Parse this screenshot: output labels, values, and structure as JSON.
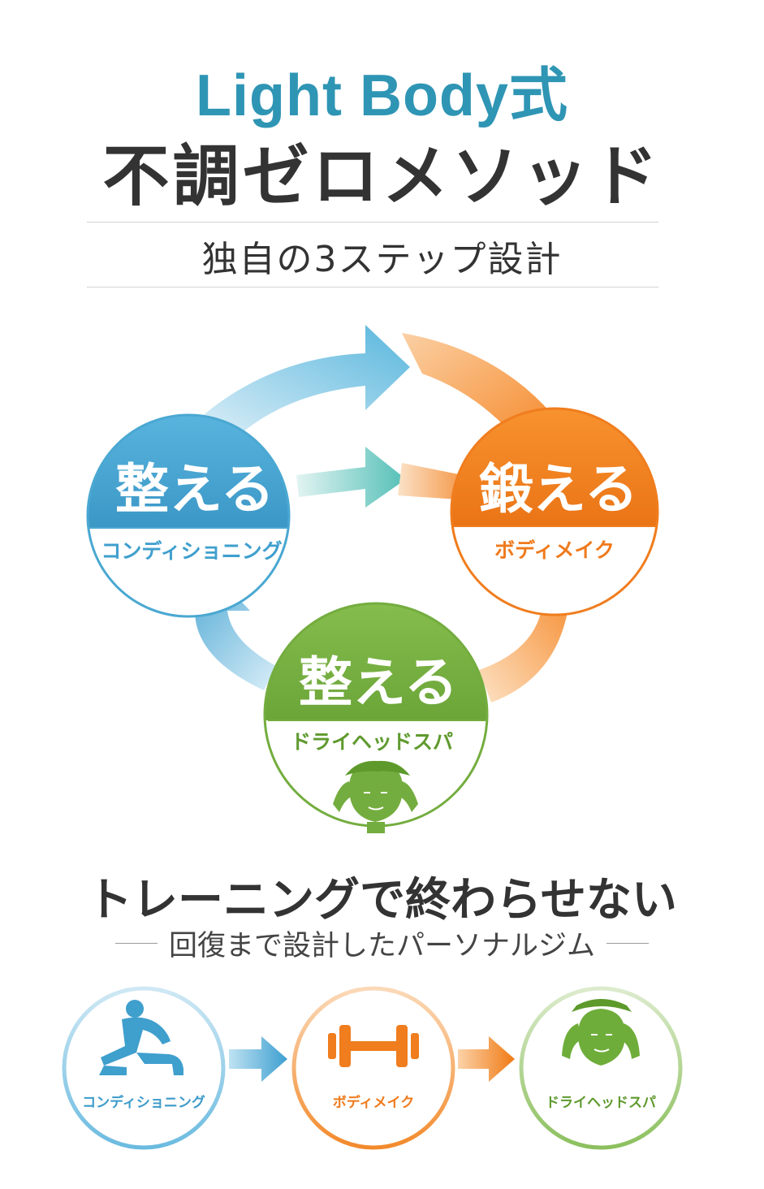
{
  "header": {
    "brand": "Light Body式",
    "title": "不調ゼロメソッド",
    "subtitle": "独自の3ステップ設計"
  },
  "cycle": {
    "left": {
      "label": "整える",
      "sublabel": "コンディショニング",
      "color": "#4aa8d2"
    },
    "right": {
      "label": "鍛える",
      "sublabel": "ボディメイク",
      "color": "#f07d1e"
    },
    "bottom": {
      "label": "整える",
      "sublabel": "ドライヘッドスパ",
      "color": "#74ad3f"
    },
    "icons": {
      "bottom": "head-spa-icon"
    }
  },
  "tagline": {
    "main": "トレーニングで終わらせない",
    "sub": "回復まで設計したパーソナルジム"
  },
  "flow": {
    "steps": [
      {
        "label": "コンディショニング",
        "icon": "stretch-person-icon",
        "color": "#4aa8d2"
      },
      {
        "label": "ボディメイク",
        "icon": "dumbbell-icon",
        "color": "#f07d1e"
      },
      {
        "label": "ドライヘッドスパ",
        "icon": "head-spa-icon",
        "color": "#74ad3f"
      }
    ]
  }
}
